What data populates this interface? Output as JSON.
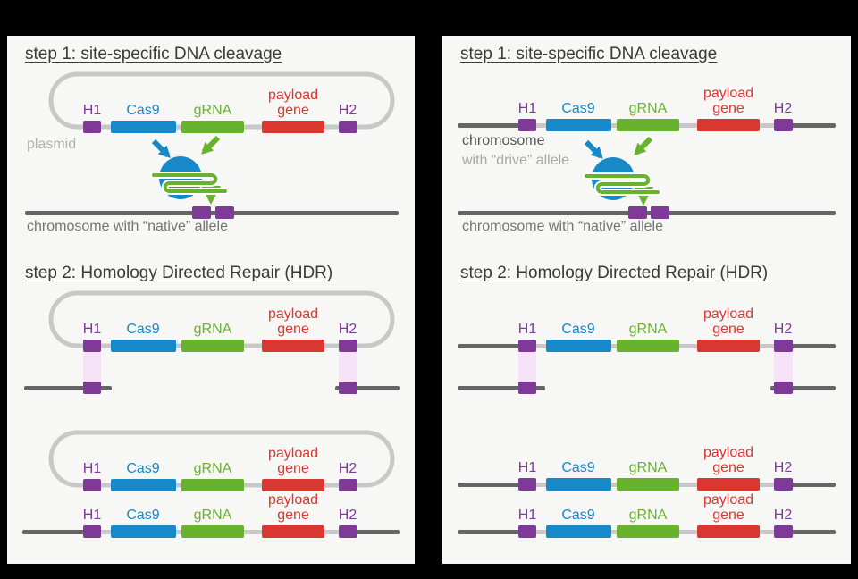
{
  "colors": {
    "page_bg": "#000000",
    "panel_bg": "#f7f7f6",
    "title_gray": "#3a3a3a",
    "purple": "#7d3a96",
    "blue": "#1789c9",
    "green": "#69b22e",
    "red": "#d93732",
    "chromosome_gray": "#656565",
    "backbone_gray": "#c8c8c8",
    "homology_band": "#f6e3f7",
    "caption_light": "#b2b2b2",
    "caption_mid": "#747474",
    "caption_dark": "#565656",
    "caption_lighter": "#a9a9a9"
  },
  "genes": {
    "h1": "H1",
    "cas9": "Cas9",
    "grna": "gRNA",
    "payload_line1": "payload",
    "payload_line2": "gene",
    "h2": "H2"
  },
  "panels": {
    "left": {
      "step1_title": "step 1: site-specific DNA cleavage",
      "step2_title": "step 2: Homology Directed Repair (HDR)",
      "plasmid_label": "plasmid",
      "native_chromosome_label": "chromosome with “native” allele"
    },
    "right": {
      "step1_title": "step 1: site-specific DNA cleavage",
      "step2_title": "step 2: Homology Directed Repair (HDR)",
      "drive_chromosome_label_line1": "chromosome",
      "drive_chromosome_label_line2": "with “drive” allele",
      "native_chromosome_label": "chromosome with “native” allele"
    }
  }
}
